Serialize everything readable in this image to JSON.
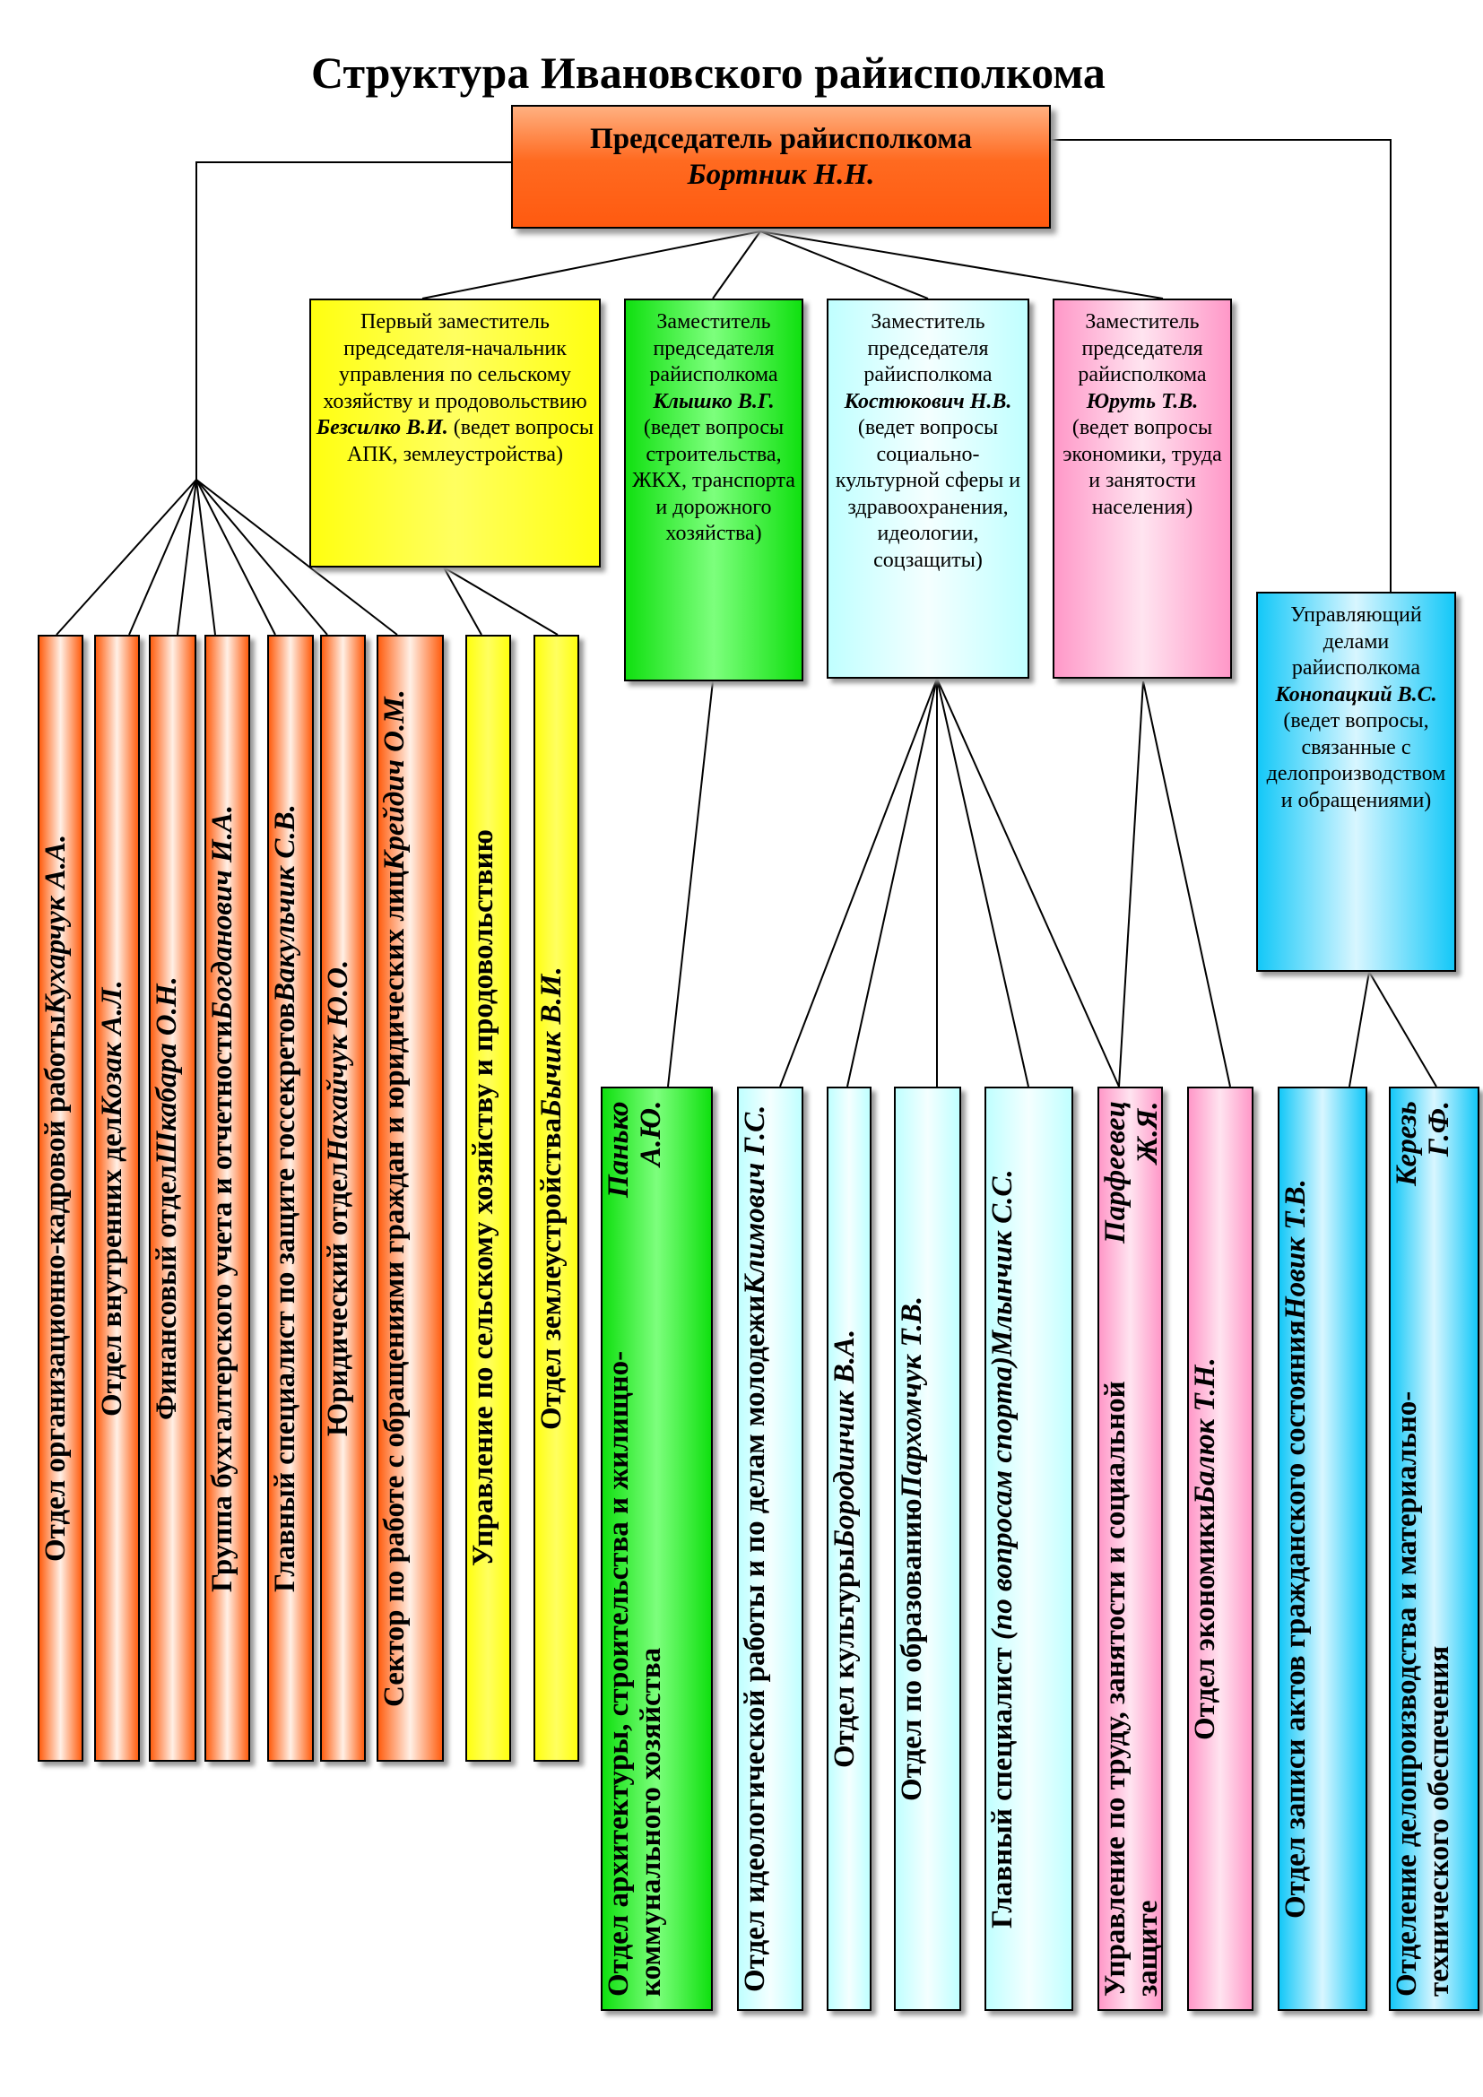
{
  "title": "Структура Ивановского райисполкома",
  "chairman": {
    "role": "Председатель райисполкома",
    "name": "Бортник Н.Н."
  },
  "deputies": [
    {
      "pre": "Первый заместитель председателя-начальник управления по сельскому хозяйству и продовольствию",
      "name": "Безсилко В.И.",
      "post": "(ведет вопросы АПК, землеустройства)"
    },
    {
      "pre": "Заместитель председателя райисполкома",
      "name": "Клышко В.Г.",
      "post": "(ведет вопросы строительства, ЖКХ, транспорта и дорожного хозяйства)"
    },
    {
      "pre": "Заместитель председателя райисполкома",
      "name": "Костюкович Н.В.",
      "post": "(ведет вопросы социально-культурной сферы и здравоохранения, идеологии, соцзащиты)"
    },
    {
      "pre": "Заместитель председателя райисполкома",
      "name": "Юруть Т.В.",
      "post": "(ведет вопросы экономики, труда и занятости населения)"
    },
    {
      "pre": "Управляющий делами райисполкома",
      "name": "Конопацкий В.С.",
      "post": "(ведет вопросы, связанные с делопроизводством и обращениями)"
    }
  ],
  "units": [
    {
      "label": "Отдел организационно-кадровой работы",
      "name": "Кухарчук А.А."
    },
    {
      "label": "Отдел внутренних дел",
      "name": "Козак А.Л."
    },
    {
      "label": "Финансовый отдел",
      "name": "Шкабара О.Н."
    },
    {
      "label": "Группа бухгалтерского учета и отчетности",
      "name": "Богданович И.А."
    },
    {
      "label": "Главный специалист по защите госсекретов",
      "name": "Вакульчик С.В."
    },
    {
      "label": "Юридический отдел",
      "name": "Нахайчук Ю.О."
    },
    {
      "label": "Сектор по работе с обращениями граждан и юридических лиц",
      "name": "Крейдич О.М."
    },
    {
      "label": "Управление по сельскому хозяйству и продовольствию",
      "name": ""
    },
    {
      "label": "Отдел землеустройства",
      "name": "Бычик В.И."
    },
    {
      "label": "Отдел архитектуры, строительства и жилищно-коммунального хозяйства",
      "name": "Панько А.Ю."
    },
    {
      "label": "Отдел идеологической работы и по делам молодежи",
      "name": "Климович Г.С."
    },
    {
      "label": "Отдел культуры",
      "name": "Бородинчик В.А."
    },
    {
      "label": "Отдел по образованию",
      "name": "Пархомчук Т.В."
    },
    {
      "label": "Главный специалист",
      "note": "(по вопросам спорта)",
      "name": "Млынчик С.С."
    },
    {
      "label": "Управление по труду, занятости и социальной защите",
      "name": "Парфеевец Ж.Я."
    },
    {
      "label": "Отдел экономики",
      "name": "Балюк Т.Н."
    },
    {
      "label": "Отдел записи актов гражданского состояния",
      "name": "Новик Т.В."
    },
    {
      "label": "Отделение делопроизводства и материально-технического обеспечения",
      "name": "Керезь Г.Ф."
    }
  ]
}
